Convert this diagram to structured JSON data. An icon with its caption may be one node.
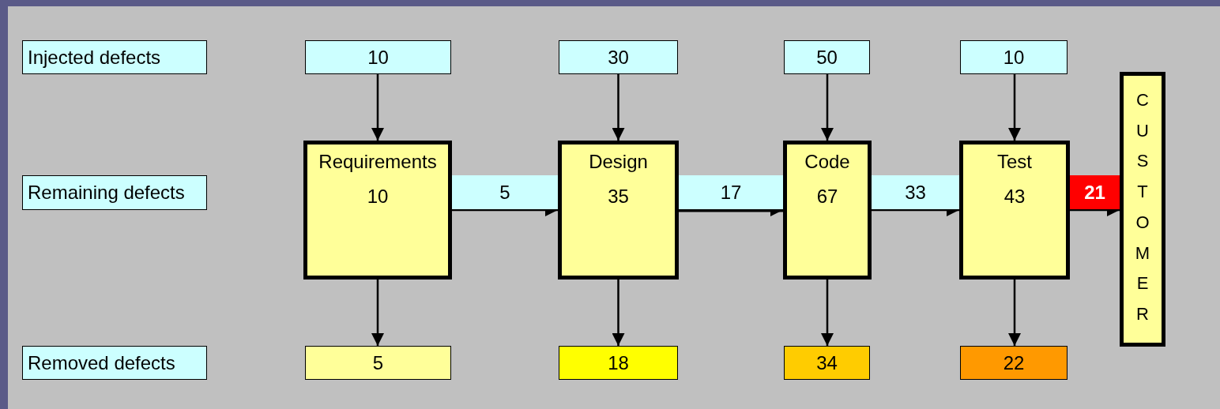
{
  "diagram": {
    "nodes": [
      {
        "text": [
          "Injected defects"
        ]
      },
      {
        "text": [
          "10"
        ]
      },
      {
        "text": [
          "30"
        ]
      },
      {
        "text": [
          "50"
        ]
      },
      {
        "text": [
          "10"
        ]
      },
      {
        "text": [
          "Remaining defects"
        ]
      },
      {
        "text": [
          "Requirements",
          "10"
        ]
      },
      {
        "text": [
          "5"
        ]
      },
      {
        "text": [
          "Design",
          "35"
        ]
      },
      {
        "text": [
          "17"
        ]
      },
      {
        "text": [
          "Code",
          "67"
        ]
      },
      {
        "text": [
          "33"
        ]
      },
      {
        "text": [
          "Test",
          "43"
        ]
      },
      {
        "text": [
          "21"
        ]
      },
      {
        "text": [
          "CUSTOMER"
        ]
      },
      {
        "text": [
          "Removed defects"
        ]
      },
      {
        "text": [
          "5"
        ]
      },
      {
        "text": [
          "18"
        ]
      },
      {
        "text": [
          "34"
        ]
      },
      {
        "text": [
          "22"
        ]
      }
    ],
    "edges": [
      {
        "from": 1,
        "to": 6,
        "arrow": "to"
      },
      {
        "from": 2,
        "to": 8,
        "arrow": "to"
      },
      {
        "from": 3,
        "to": 10,
        "arrow": "to"
      },
      {
        "from": 4,
        "to": 12,
        "arrow": "to"
      },
      {
        "from": 6,
        "to": 8,
        "arrow": "to"
      },
      {
        "from": 8,
        "to": 10,
        "arrow": "to",
        "style": "thick"
      },
      {
        "from": 10,
        "to": 12,
        "arrow": "to"
      },
      {
        "from": 12,
        "to": 14,
        "arrow": "to"
      },
      {
        "from": 6,
        "to": 16,
        "arrow": "to"
      },
      {
        "from": 8,
        "to": 17,
        "arrow": "to"
      },
      {
        "from": 10,
        "to": 18,
        "arrow": "to"
      },
      {
        "from": 12,
        "to": 19,
        "arrow": "to"
      }
    ]
  }
}
